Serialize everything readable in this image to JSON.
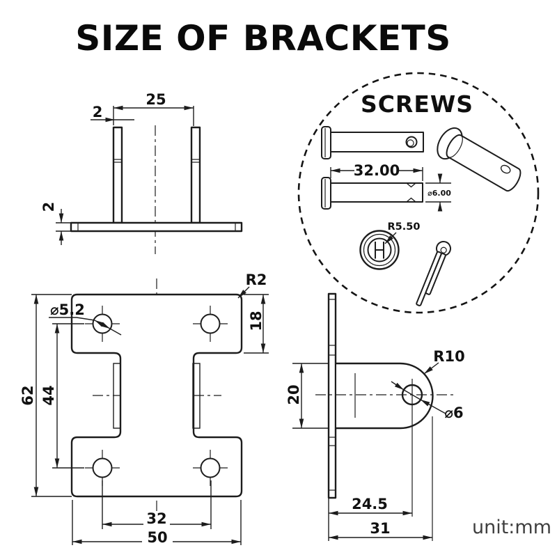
{
  "title": "SIZE OF BRACKETS",
  "unit_label": "unit:mm",
  "colors": {
    "line": "#1c1c1c",
    "unit_text": "#3f3f3f",
    "background": "#ffffff"
  },
  "screws": {
    "title": "SCREWS",
    "pin_length": "32.00",
    "pin_diameter": "⌀6.00",
    "head_radius": "R5.50"
  },
  "top_view": {
    "inner_width": "25",
    "wall_thickness": "2",
    "base_thickness": "2"
  },
  "front_view": {
    "hole_diameter": "⌀5.2",
    "corner_radius": "R2",
    "flange_height": "18",
    "total_height": "62",
    "hole_spacing_vertical": "44",
    "hole_spacing_horizontal": "32",
    "total_width": "50"
  },
  "side_view": {
    "lug_width": "20",
    "lug_radius": "R10",
    "hole_diameter": "⌀6",
    "hole_center_offset": "24.5",
    "total_depth": "31"
  }
}
